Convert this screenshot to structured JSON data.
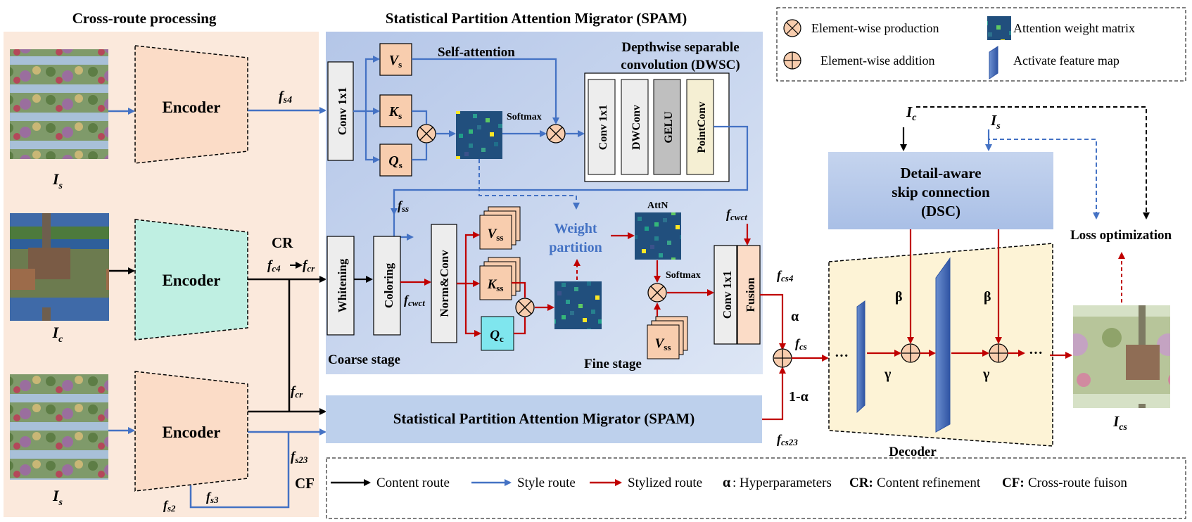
{
  "left_panel": {
    "title": "Cross-route processing",
    "encoder_label": "Encoder",
    "inputs": [
      {
        "sym": "I",
        "sub": "s"
      },
      {
        "sym": "I",
        "sub": "c"
      },
      {
        "sym": "I",
        "sub": "s"
      }
    ],
    "features": {
      "fs4": {
        "sym": "f",
        "sub": "s4"
      },
      "fc4": {
        "sym": "f",
        "sub": "c4"
      },
      "fcr_top": {
        "sym": "f",
        "sub": "cr"
      },
      "fcr_mid": {
        "sym": "f",
        "sub": "cr"
      },
      "fs23": {
        "sym": "f",
        "sub": "s23"
      },
      "fs2": {
        "sym": "f",
        "sub": "s2"
      },
      "fs3": {
        "sym": "f",
        "sub": "s3"
      }
    },
    "cr": "CR",
    "cf": "CF"
  },
  "spam": {
    "title": "Statistical Partition Attention Migrator (SPAM)",
    "conv1x1": "Conv 1x1",
    "vs": {
      "sym": "V",
      "sub": "s"
    },
    "ks": {
      "sym": "K",
      "sub": "s"
    },
    "qs": {
      "sym": "Q",
      "sub": "s"
    },
    "self_attention": "Self-attention",
    "softmax": "Softmax",
    "dwsc_title_1": "Depthwise separable",
    "dwsc_title_2": "convolution (DWSC)",
    "dwsc_blocks": [
      "Conv 1x1",
      "DWConv",
      "GELU",
      "PointConv"
    ],
    "fss": {
      "sym": "f",
      "sub": "ss"
    },
    "whitening": "Whitening",
    "coloring": "Coloring",
    "fcwct": {
      "sym": "f",
      "sub": "cwct"
    },
    "fcwct_top": {
      "sym": "f",
      "sub": "cwct"
    },
    "normconv": "Norm&Conv",
    "vss": {
      "sym": "V",
      "sub": "ss"
    },
    "kss": {
      "sym": "K",
      "sub": "ss"
    },
    "qc": {
      "sym": "Q",
      "sub": "c"
    },
    "vss_bottom": {
      "sym": "V",
      "sub": "ss"
    },
    "weight_partition_1": "Weight",
    "weight_partition_2": "partition",
    "attn": "AttN",
    "softmax_2": "Softmax",
    "fusion_conv": "Conv 1x1",
    "fusion": "Fusion",
    "coarse_stage": "Coarse stage",
    "fine_stage": "Fine stage",
    "colors": {
      "panel": "#c3d2ec",
      "qkv": "#f8cdae",
      "qc": "#7fe6ee",
      "gelu": "#bfbfbf",
      "pointconv": "#f5efd3"
    }
  },
  "spam2_label": "Statistical Partition Attention Migrator (SPAM)",
  "mix": {
    "fcs4": {
      "sym": "f",
      "sub": "cs4"
    },
    "fcs": {
      "sym": "f",
      "sub": "cs"
    },
    "fcs23": {
      "sym": "f",
      "sub": "cs23"
    },
    "alpha": "α",
    "one_minus_alpha": "1-α"
  },
  "legend_top": {
    "items": [
      "Element-wise production",
      "Element-wise addition",
      "Attention weight matrix",
      "Activate feature map"
    ]
  },
  "decoder": {
    "dsc_1": "Detail-aware",
    "dsc_2": "skip connection",
    "dsc_3": "(DSC)",
    "ic": {
      "sym": "I",
      "sub": "c"
    },
    "is": {
      "sym": "I",
      "sub": "s"
    },
    "beta": "β",
    "gamma": "γ",
    "dots": "···",
    "label": "Decoder",
    "loss": "Loss optimization",
    "output": {
      "sym": "I",
      "sub": "cs"
    }
  },
  "legend_bottom": {
    "content_route": "Content route",
    "style_route": "Style route",
    "stylized_route": "Stylized route",
    "alpha_sym": "α",
    "alpha_desc": ": Hyperparameters",
    "cr_key": "CR:",
    "cr_desc": "Content refinement",
    "cf_key": "CF:",
    "cf_desc": "Cross-route fuison"
  },
  "route_colors": {
    "content": "#000000",
    "style": "#4472c4",
    "stylized": "#c00000"
  }
}
